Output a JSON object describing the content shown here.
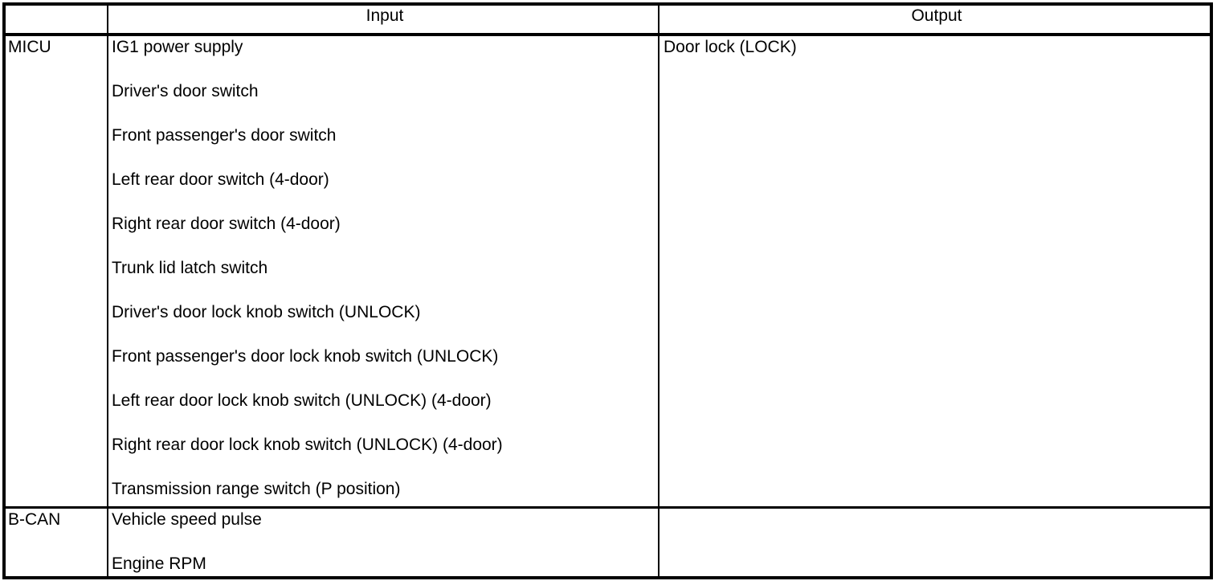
{
  "colors": {
    "border": "#000000",
    "background": "#ffffff",
    "text": "#000000"
  },
  "table": {
    "header": {
      "corner": "",
      "input": "Input",
      "output": "Output"
    },
    "rows": [
      {
        "label": "MICU",
        "inputs": [
          "IG1 power supply",
          "Driver's door switch",
          "Front passenger's door switch",
          "Left rear door switch (4-door)",
          "Right rear door switch (4-door)",
          "Trunk lid latch switch",
          "Driver's door lock knob switch (UNLOCK)",
          "Front passenger's door lock knob switch (UNLOCK)",
          "Left rear door lock knob switch (UNLOCK) (4-door)",
          "Right rear door lock knob switch (UNLOCK) (4-door)",
          "Transmission range switch (P position)"
        ],
        "output": "Door lock (LOCK)"
      },
      {
        "label": "B-CAN",
        "inputs": [
          "Vehicle speed pulse",
          "Engine RPM"
        ],
        "output": ""
      }
    ]
  }
}
